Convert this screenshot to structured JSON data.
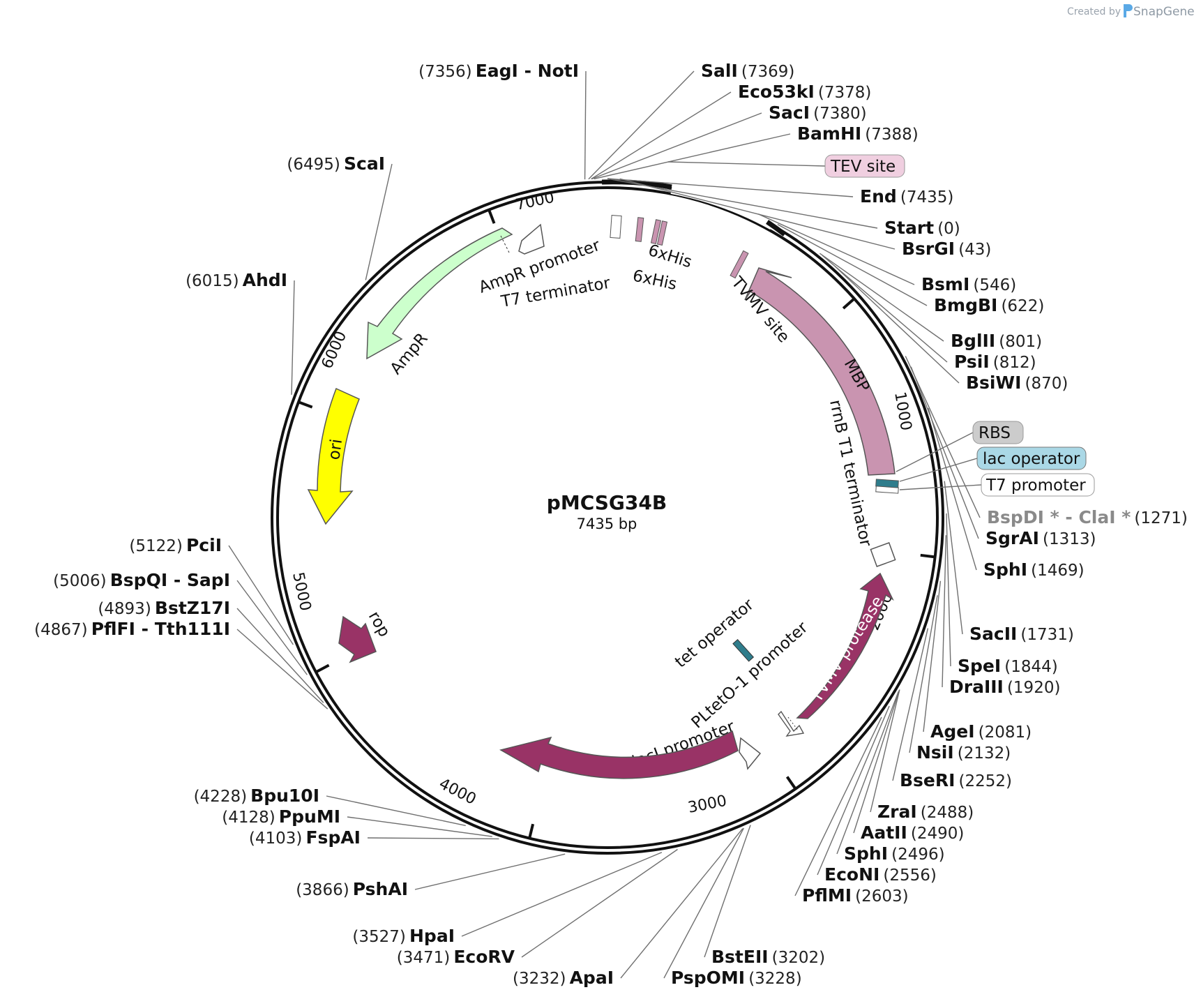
{
  "credit": {
    "prefix": "Created by",
    "brand": "SnapGene"
  },
  "plasmid": {
    "name": "pMCSG34B",
    "length_label": "7435 bp",
    "length": 7435
  },
  "ticks": [
    "1000",
    "2000",
    "3000",
    "4000",
    "5000",
    "6000",
    "7000"
  ],
  "sites": [
    {
      "name": "EagI - NotI",
      "pos": "(7356)"
    },
    {
      "name": "SalI",
      "pos": "(7369)"
    },
    {
      "name": "Eco53kI",
      "pos": "(7378)"
    },
    {
      "name": "SacI",
      "pos": "(7380)"
    },
    {
      "name": "BamHI",
      "pos": "(7388)"
    },
    {
      "name": "End",
      "pos": "(7435)"
    },
    {
      "name": "Start",
      "pos": "(0)"
    },
    {
      "name": "BsrGI",
      "pos": "(43)"
    },
    {
      "name": "BsmI",
      "pos": "(546)"
    },
    {
      "name": "BmgBI",
      "pos": "(622)"
    },
    {
      "name": "BglII",
      "pos": "(801)"
    },
    {
      "name": "PsiI",
      "pos": "(812)"
    },
    {
      "name": "BsiWI",
      "pos": "(870)"
    },
    {
      "name": "BspDI * - ClaI *",
      "pos": "(1271)"
    },
    {
      "name": "SgrAI",
      "pos": "(1313)"
    },
    {
      "name": "SphI",
      "pos": "(1469)"
    },
    {
      "name": "SacII",
      "pos": "(1731)"
    },
    {
      "name": "SpeI",
      "pos": "(1844)"
    },
    {
      "name": "DraIII",
      "pos": "(1920)"
    },
    {
      "name": "AgeI",
      "pos": "(2081)"
    },
    {
      "name": "NsiI",
      "pos": "(2132)"
    },
    {
      "name": "BseRI",
      "pos": "(2252)"
    },
    {
      "name": "ZraI",
      "pos": "(2488)"
    },
    {
      "name": "AatII",
      "pos": "(2490)"
    },
    {
      "name": "SphI",
      "pos": "(2496)"
    },
    {
      "name": "EcoNI",
      "pos": "(2556)"
    },
    {
      "name": "PflMI",
      "pos": "(2603)"
    },
    {
      "name": "BstEII",
      "pos": "(3202)"
    },
    {
      "name": "PspOMI",
      "pos": "(3228)"
    },
    {
      "name": "ApaI",
      "pos": "(3232)"
    },
    {
      "name": "EcoRV",
      "pos": "(3471)"
    },
    {
      "name": "HpaI",
      "pos": "(3527)"
    },
    {
      "name": "PshAI",
      "pos": "(3866)"
    },
    {
      "name": "FspAI",
      "pos": "(4103)"
    },
    {
      "name": "PpuMI",
      "pos": "(4128)"
    },
    {
      "name": "Bpu10I",
      "pos": "(4228)"
    },
    {
      "name": "PflFI - Tth111I",
      "pos": "(4867)"
    },
    {
      "name": "BstZ17I",
      "pos": "(4893)"
    },
    {
      "name": "BspQI - SapI",
      "pos": "(5006)"
    },
    {
      "name": "PciI",
      "pos": "(5122)"
    },
    {
      "name": "AhdI",
      "pos": "(6015)"
    },
    {
      "name": "ScaI",
      "pos": "(6495)"
    }
  ],
  "badges": {
    "tev": "TEV site",
    "rbs": "RBS",
    "lac_operator": "lac operator",
    "t7_promoter": "T7 promoter"
  },
  "features": {
    "his1": "6xHis",
    "his2": "6xHis",
    "ampr_promoter": "AmpR promoter",
    "t7_terminator": "T7 terminator",
    "ampr": "AmpR",
    "ori": "ori",
    "rop": "rop",
    "tvmv_site": "TVMV site",
    "mbp": "MBP",
    "rrnb": "rrnB T1 terminator",
    "tvmv_protease": "TVMV protease",
    "tet_operator": "tet operator",
    "pltet": "PLtetO-1 promoter",
    "laci_promoter": "lacI promoter",
    "laci": "lacI"
  },
  "colors": {
    "mbp": "#c994b0",
    "tvmv_protease": "#993366",
    "laci": "#993366",
    "rop": "#993366",
    "ampr": "#ccffcc",
    "ori": "#ffff00",
    "lac_operator": "#2f7d8c",
    "badge_tev": "#f0cfe0",
    "badge_rbs": "#cccccc",
    "badge_lac": "#aad8e6"
  }
}
